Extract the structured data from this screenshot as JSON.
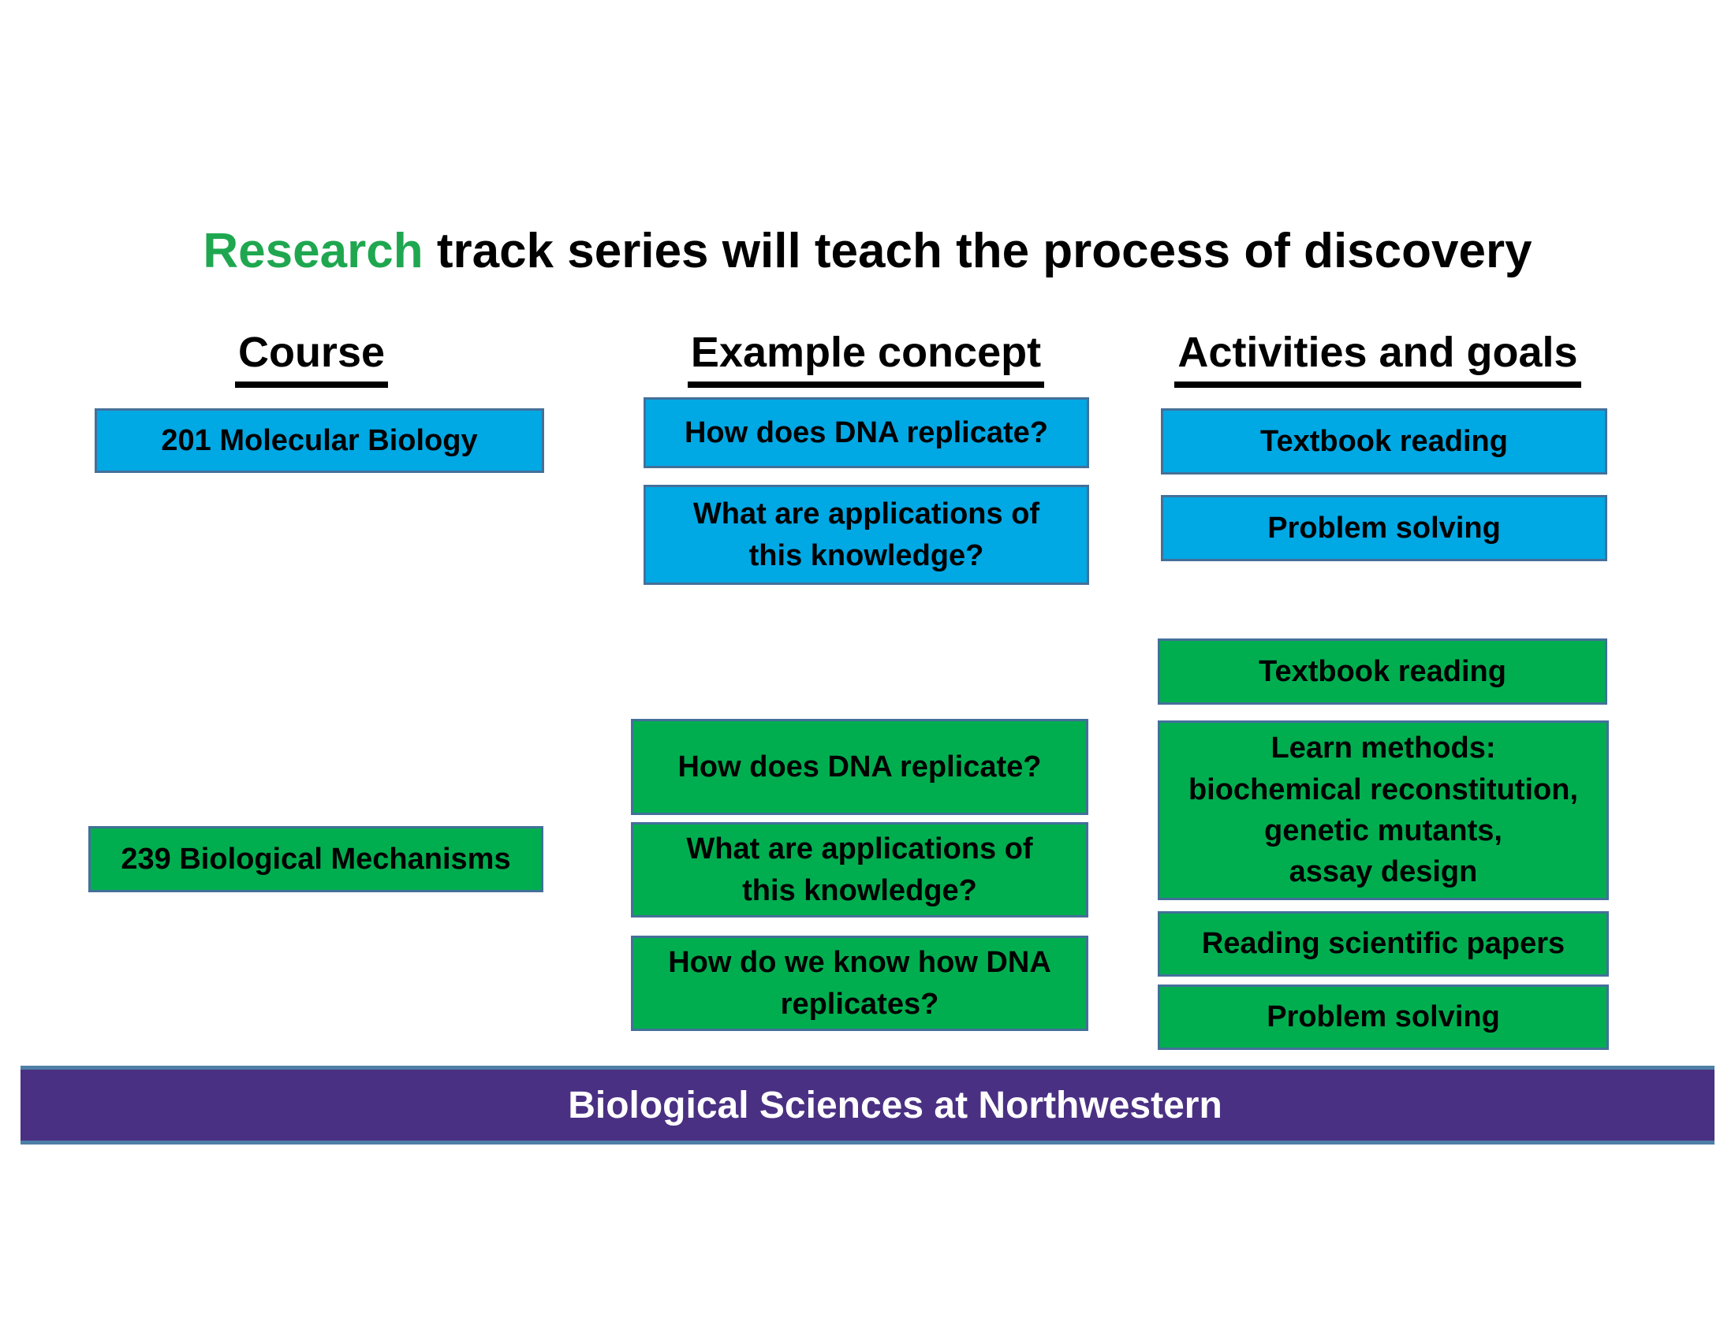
{
  "title": {
    "highlight": "Research",
    "rest": " track series will teach the process of discovery"
  },
  "headers": {
    "course": "Course",
    "concept": "Example concept",
    "activities": "Activities and goals"
  },
  "course_201": {
    "label": "201 Molecular Biology",
    "concepts": [
      "How does DNA replicate?",
      "What are applications of\nthis knowledge?"
    ],
    "activities": [
      "Textbook reading",
      "Problem solving"
    ]
  },
  "course_239": {
    "label": "239 Biological Mechanisms",
    "concepts": [
      "How does DNA replicate?",
      "What are applications of\nthis knowledge?",
      "How do we know how DNA\nreplicates?"
    ],
    "activities": [
      "Textbook reading",
      "Learn methods:\nbiochemical reconstitution,\ngenetic mutants,\nassay design",
      "Reading scientific papers",
      "Problem solving"
    ]
  },
  "banner": {
    "text": "Biological Sciences at Northwestern"
  },
  "colors": {
    "blue": "#00A8E4",
    "green": "#00AE50",
    "purple": "#4A3083",
    "border": "#44709A",
    "banner-border": "#4E7FA6",
    "title-green": "#1FA750"
  }
}
